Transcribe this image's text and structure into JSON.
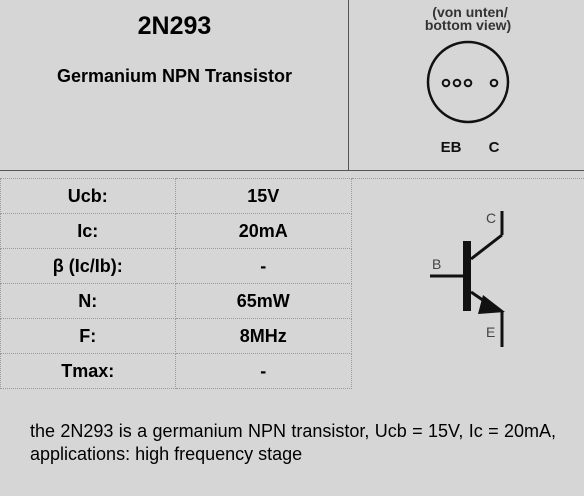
{
  "header": {
    "part_number": "2N293",
    "description": "Germanium NPN Transistor"
  },
  "pinout": {
    "view_note_line1": "(von unten/",
    "view_note_line2": "bottom view)",
    "pin_labels_left": "EB",
    "pin_label_right": "C"
  },
  "specs": [
    {
      "label": "Ucb:",
      "value": "15V"
    },
    {
      "label": "Ic:",
      "value": "20mA"
    },
    {
      "label": "β (Ic/Ib):",
      "value": "-"
    },
    {
      "label": "N:",
      "value": "65mW"
    },
    {
      "label": "F:",
      "value": "8MHz"
    },
    {
      "label": "Tmax:",
      "value": "-"
    }
  ],
  "symbol": {
    "base_label": "B",
    "collector_label": "C",
    "emitter_label": "E"
  },
  "summary": "the 2N293 is a germanium NPN transistor, Ucb = 15V, Ic = 20mA, applications: high frequency stage"
}
